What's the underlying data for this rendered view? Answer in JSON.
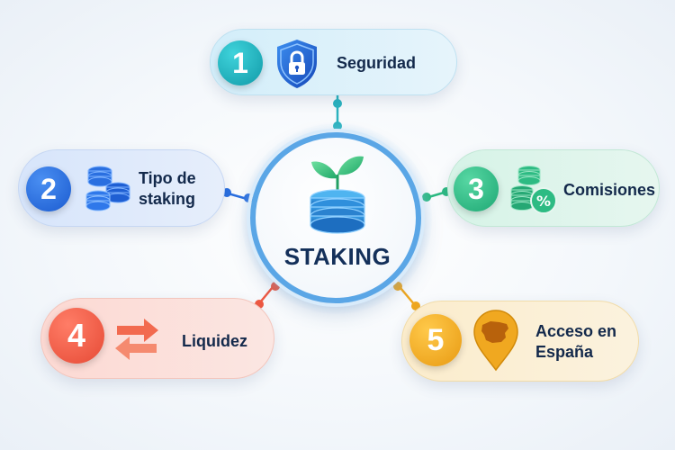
{
  "center": {
    "title": "STAKING"
  },
  "nodes": [
    {
      "number": "1",
      "label": "Seguridad",
      "icon": "shield-lock-icon",
      "color": "#1aa8b5"
    },
    {
      "number": "2",
      "label_lines": [
        "Tipo de",
        "staking"
      ],
      "icon": "coin-stacks-icon",
      "color": "#2a6fe0"
    },
    {
      "number": "3",
      "label": "Comisiones",
      "icon": "coins-percent-icon",
      "color": "#2dbb83"
    },
    {
      "number": "4",
      "label": "Liquidez",
      "icon": "swap-arrows-icon",
      "color": "#f05a43"
    },
    {
      "number": "5",
      "label_lines": [
        "Acceso en",
        "España"
      ],
      "icon": "spain-map-pin-icon",
      "color": "#f0a820"
    }
  ]
}
